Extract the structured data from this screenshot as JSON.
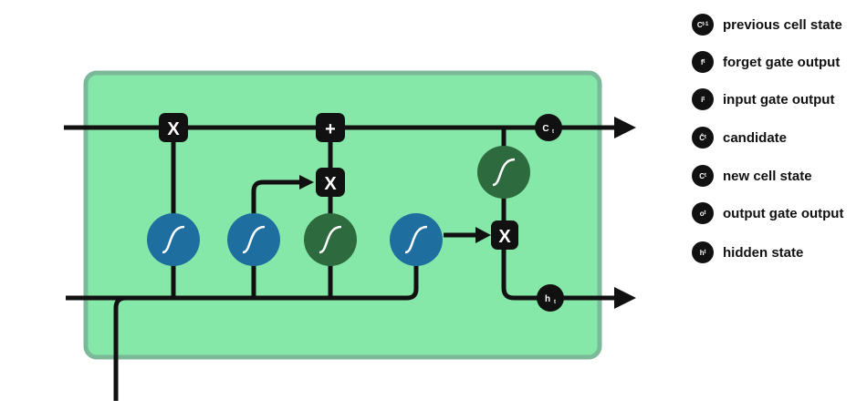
{
  "diagram": {
    "colors": {
      "cell_fill": "#86e8a8",
      "cell_border": "#7cb89a",
      "line": "#111111",
      "sigmoid": "#1e6f9f",
      "tanh": "#2d6a3e",
      "op_fill": "#111111"
    },
    "ops": {
      "multiply": "X",
      "add": "+"
    },
    "nodes": {
      "ct_node": "C",
      "ct_sub": "t",
      "ht_node": "h",
      "ht_sub": "t"
    }
  },
  "legend": {
    "items": [
      {
        "badge": "C",
        "sub": "t-1",
        "label": "previous cell state"
      },
      {
        "badge": "f",
        "sub": "t",
        "label": "forget gate output"
      },
      {
        "badge": "i",
        "sub": "t",
        "label": "input gate output"
      },
      {
        "badge": "Ĉ",
        "sub": "t",
        "label": "candidate"
      },
      {
        "badge": "C",
        "sub": "t",
        "label": "new cell state"
      },
      {
        "badge": "o",
        "sub": "t",
        "label": "output gate output"
      },
      {
        "badge": "h",
        "sub": "t",
        "label": "hidden state"
      }
    ]
  }
}
